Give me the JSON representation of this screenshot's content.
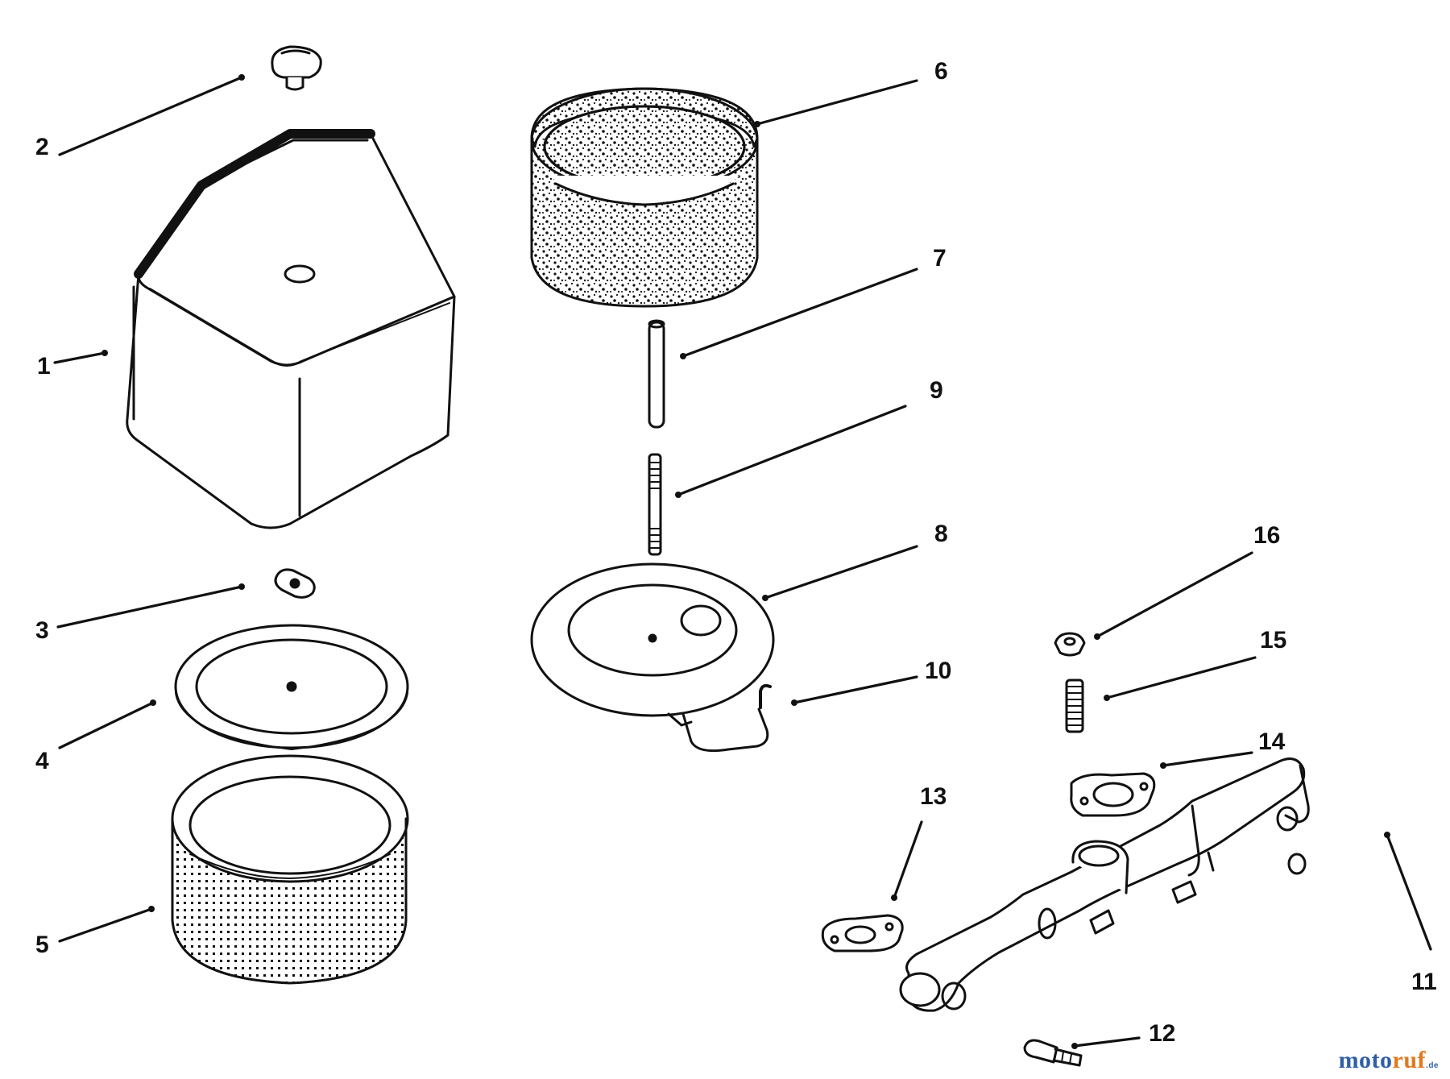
{
  "labels": {
    "p1": "1",
    "p2": "2",
    "p3": "3",
    "p4": "4",
    "p5": "5",
    "p6": "6",
    "p7": "7",
    "p8": "8",
    "p9": "9",
    "p10": "10",
    "p11": "11",
    "p12": "12",
    "p13": "13",
    "p14": "14",
    "p15": "15",
    "p16": "16"
  },
  "watermark": {
    "part_a": "moto",
    "part_b": "ruf",
    "part_c": ".de"
  },
  "colors": {
    "ink": "#111111",
    "watermark_blue": "#2f5fa8",
    "watermark_orange": "#e07a1f"
  }
}
